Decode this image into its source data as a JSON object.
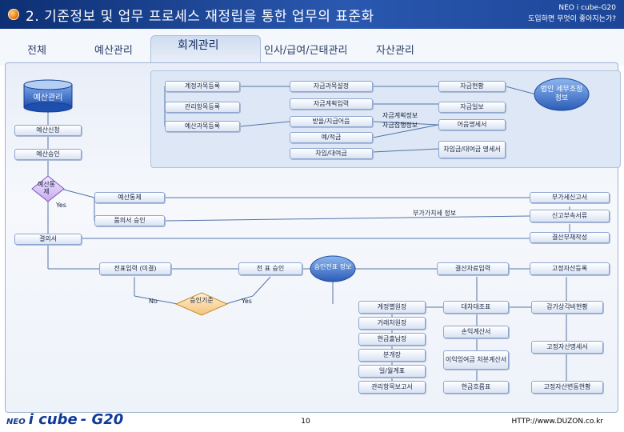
{
  "header": {
    "title": "2. 기준정보 및 업무 프로세스 재정립을 통한 업무의 표준화",
    "brand_line1": "NEO i cube-G20",
    "brand_line2": "도입하면 무엇이 좋아지는가?"
  },
  "tabs": [
    "전체",
    "예산관리",
    "회계관리",
    "인사/급여/근태관리",
    "자산관리"
  ],
  "nodes": {
    "budget_db": "예산관리",
    "budget_request": "예산신청",
    "budget_approval": "예산승인",
    "budget_decision": "예산통제",
    "yes_top": "Yes",
    "budget_control": "예산통제",
    "resolution_approval": "품의서 승인",
    "resolution": "결의서",
    "voucher_entry": "전표입력 (미결)",
    "voucher_approval": "전 표 승인",
    "voucher_info": "승인전표 정보",
    "no": "No",
    "approval_decision": "승인기준",
    "yes_bottom": "Yes",
    "account_register": "계정과목등록",
    "mgmt_item_register": "관리항목등록",
    "budget_account_register": "예산과목등록",
    "fund_account_setup": "자금과목설정",
    "fund_plan_entry": "자금계획입력",
    "receipt_payment": "받을/지급어음",
    "deposit_withdraw": "예/적금",
    "borrow_lend": "차입/대여금",
    "fund_status": "자금현황",
    "fund_daily": "자금일보",
    "fund_plan_info": "자금계획정보",
    "fund_exec_info": "자금집행정보",
    "bill_detail": "어음명세서",
    "loan_detail": "차입금/대여금 명세서",
    "tax_adjust_info": "법인 세무조정 정보",
    "vat_report": "부가세신고서",
    "vat_info": "부가가치세 정보",
    "report_attach": "신고부속서류",
    "settlement_docs": "결산부채작성",
    "settlement_entry": "결산자료입력",
    "fixed_asset_register": "고정자산등록",
    "account_ledger": "계정별원장",
    "balance_sheet": "대차대조표",
    "depreciation": "감가상각비현황",
    "customer_ledger": "거래처원장",
    "income_statement": "손익계산서",
    "cash_book": "현금출납장",
    "fixed_asset_detail": "고정자산명세서",
    "journal": "분개장",
    "retained_earnings": "이익잉여금 처분계산서",
    "daily_monthly": "일/월계표",
    "mgmt_report": "관리항목보고서",
    "cash_flow": "현금흐름표",
    "fixed_asset_change": "고정자산변동현황"
  },
  "footer": {
    "logo_neo": "NEO",
    "logo_icube": "i cube",
    "logo_g20": "- G20",
    "page_number": "10",
    "url": "HTTP://www.DUZON.co.kr"
  }
}
